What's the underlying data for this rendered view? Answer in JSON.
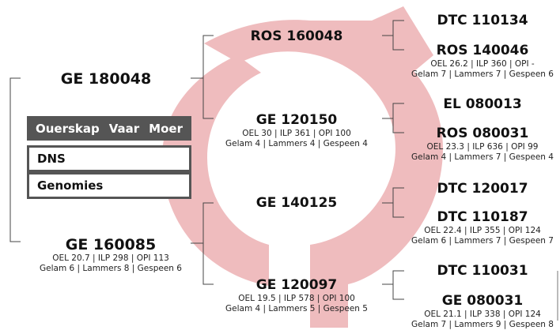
{
  "menu": {
    "tabs": [
      "Ouerskap",
      "Vaar",
      "Moer"
    ],
    "buttons": [
      "DNS",
      "Genomies"
    ]
  },
  "colors": {
    "arrow": "#efbcbe",
    "menu_bg": "#555555"
  },
  "gen1": {
    "sire": {
      "name": "GE 180048"
    },
    "dam": {
      "name": "GE 160085",
      "stats": "OEL 20.7 | ILP 298 | OPI 113",
      "counts": "Gelam 6 | Lammers 8 | Gespeen 6"
    }
  },
  "gen2": [
    {
      "name": "ROS 160048"
    },
    {
      "name": "GE 120150",
      "stats": "OEL 30 | ILP 361 | OPI 100",
      "counts": "Gelam 4 | Lammers 4 | Gespeen 4"
    },
    {
      "name": "GE 140125"
    },
    {
      "name": "GE 120097",
      "stats": "OEL 19.5 | ILP 578 | OPI 100",
      "counts": "Gelam 4 | Lammers 5 | Gespeen 5"
    }
  ],
  "gen3": [
    {
      "name": "DTC 110134"
    },
    {
      "name": "ROS 140046",
      "stats": "OEL 26.2 | ILP 360 | OPI -",
      "counts": "Gelam 7 | Lammers 7 | Gespeen 6"
    },
    {
      "name": "EL 080013"
    },
    {
      "name": "ROS 080031",
      "stats": "OEL 23.3 | ILP 636 | OPI 99",
      "counts": "Gelam 4 | Lammers 7 | Gespeen 4"
    },
    {
      "name": "DTC 120017"
    },
    {
      "name": "DTC 110187",
      "stats": "OEL 22.4 | ILP 355 | OPI 124",
      "counts": "Gelam 6 | Lammers 7 | Gespeen 7"
    },
    {
      "name": "DTC 110031"
    },
    {
      "name": "GE 080031",
      "stats": "OEL 21.1 | ILP 338 | OPI 124",
      "counts": "Gelam 7 | Lammers 9 | Gespeen 8"
    }
  ]
}
